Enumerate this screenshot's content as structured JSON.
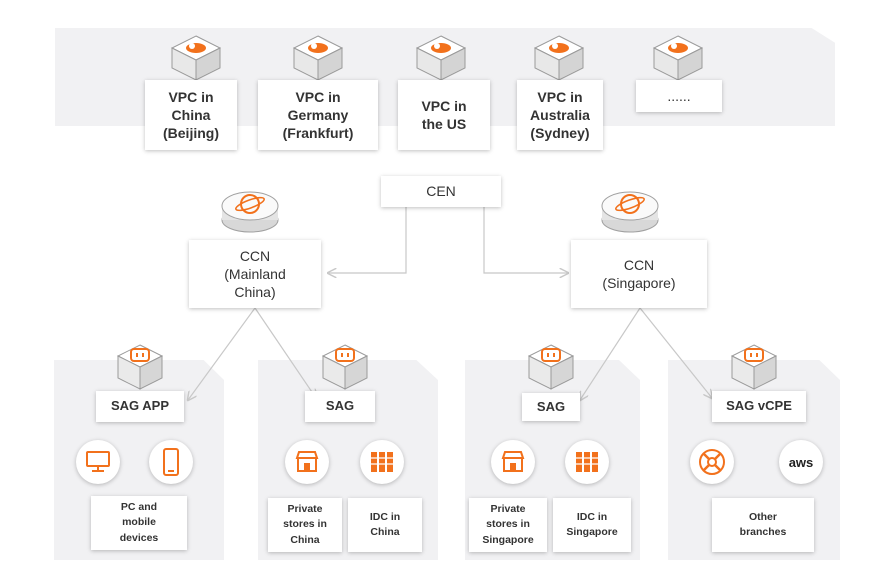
{
  "vpcs": [
    {
      "label": "VPC in\nChina\n(Beijing)"
    },
    {
      "label": "VPC in\nGermany\n(Frankfurt)"
    },
    {
      "label": "VPC in\nthe US"
    },
    {
      "label": "VPC in\nAustralia\n(Sydney)"
    },
    {
      "label": "......"
    }
  ],
  "cen": {
    "label": "CEN"
  },
  "ccn_left": {
    "label": "CCN\n(Mainland\nChina)"
  },
  "ccn_right": {
    "label": "CCN\n(Singapore)"
  },
  "groups": [
    {
      "sag_label": "SAG APP",
      "leaves": [
        "PC and\nmobile\ndevices"
      ]
    },
    {
      "sag_label": "SAG",
      "leaves": [
        "Private\nstores in\nChina",
        "IDC in\nChina"
      ]
    },
    {
      "sag_label": "SAG",
      "leaves": [
        "Private\nstores in\nSingapore",
        "IDC in\nSingapore"
      ]
    },
    {
      "sag_label": "SAG vCPE",
      "leaves": [
        "Other\nbranches"
      ]
    }
  ],
  "icons": {
    "aws_text": "aws",
    "accent_color": "#f2711c"
  }
}
